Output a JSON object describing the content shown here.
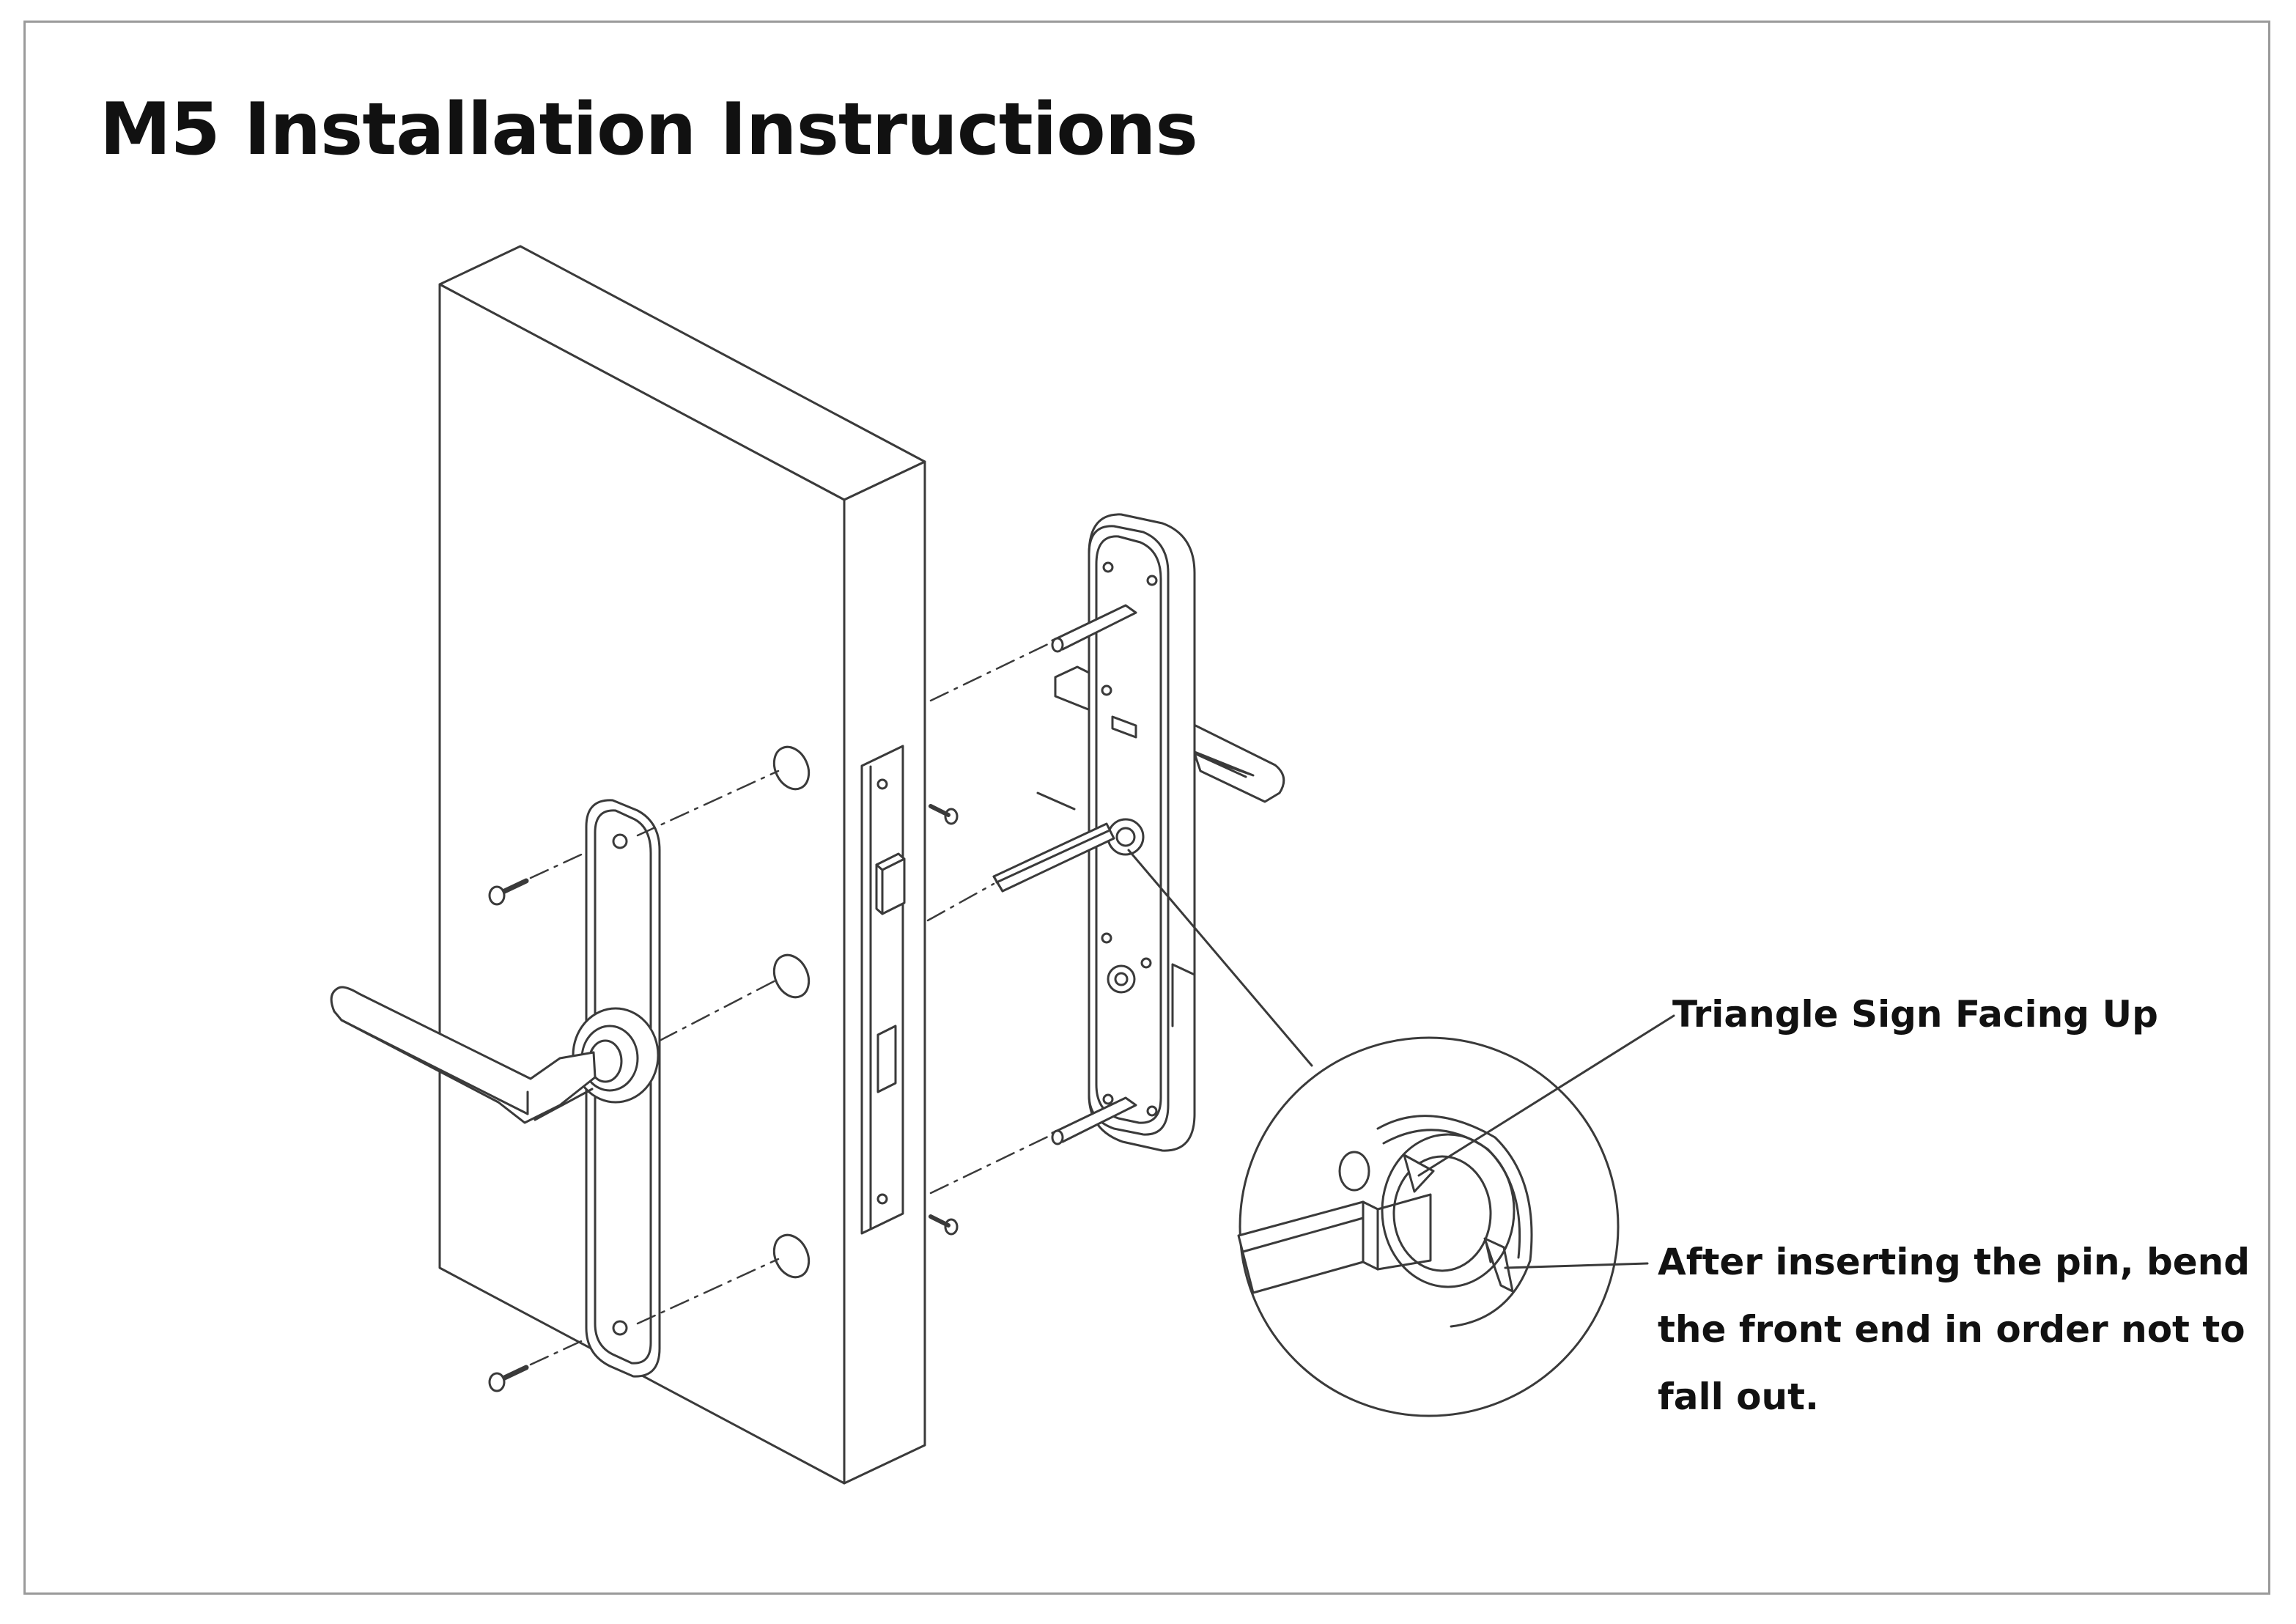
{
  "page": {
    "title": "M5 Installation Instructions"
  },
  "callouts": {
    "triangle_sign": "Triangle Sign Facing Up",
    "pin_note": {
      "line1": "After inserting the pin, bend",
      "line2": "the front end in order not to",
      "line3": "fall out."
    }
  },
  "colors": {
    "line": "#3a3a3a",
    "frame": "#9a9a9a",
    "text": "#111111"
  }
}
